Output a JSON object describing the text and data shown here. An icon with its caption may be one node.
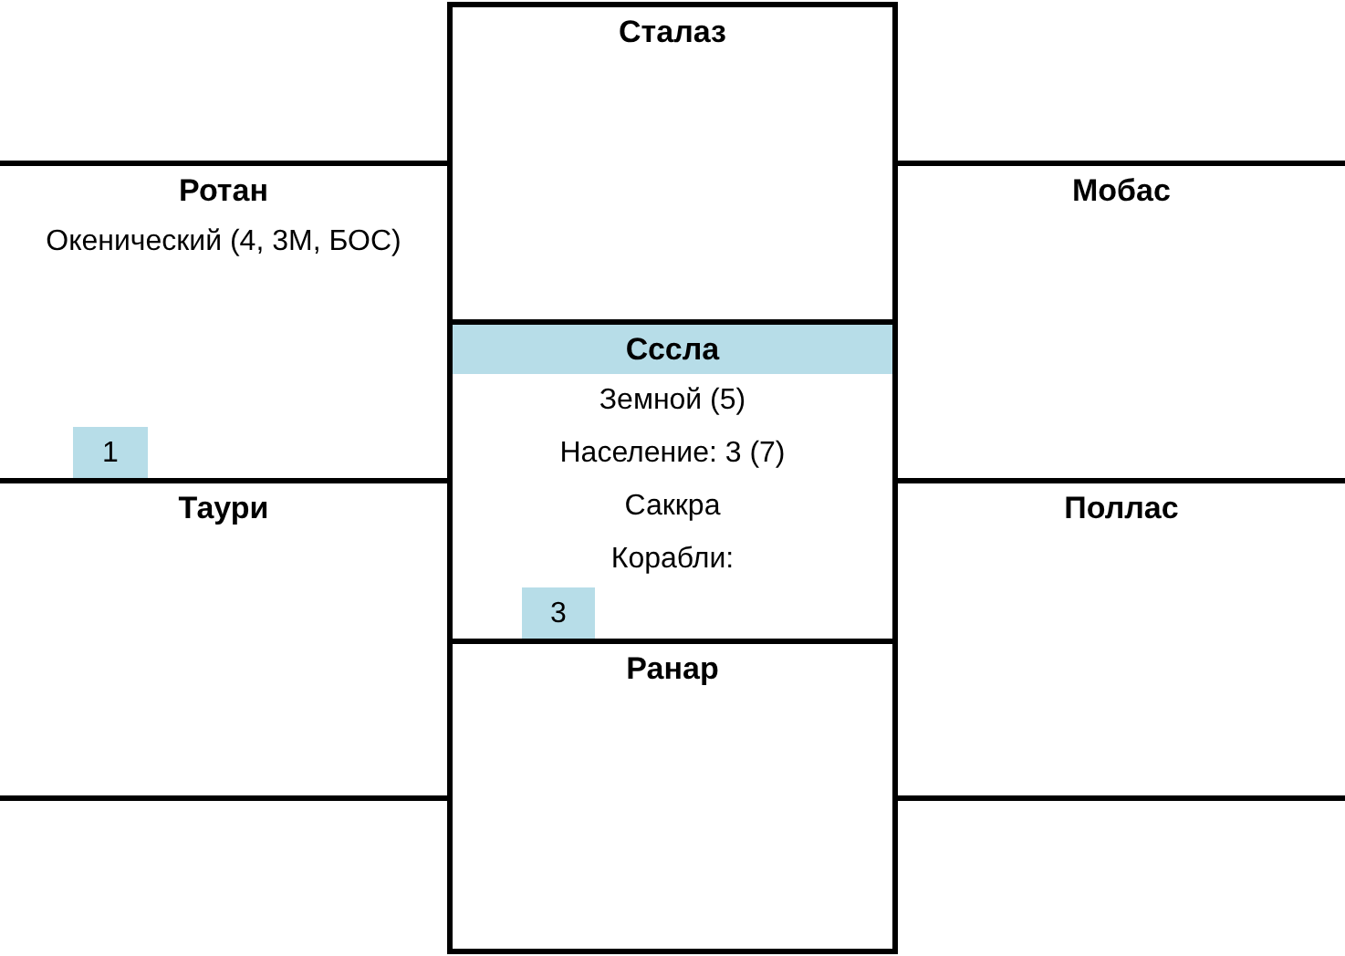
{
  "diagram": {
    "nodes": [
      {
        "text": [
          "Сталаз"
        ]
      },
      {
        "text": [
          "Ротан",
          "Окенический (4, 3М, БОС)"
        ]
      },
      {
        "text": [
          "Мобас"
        ]
      },
      {
        "text": [
          "Сссла",
          "Земной (5)",
          "Население: 3 (7)",
          "Саккра",
          "Корабли:"
        ]
      },
      {
        "text": [
          "1"
        ],
        "in": 1
      },
      {
        "text": [
          "Таури"
        ]
      },
      {
        "text": [
          "Поллас"
        ]
      },
      {
        "text": [
          "3"
        ],
        "in": 3
      },
      {
        "text": [
          "Ранар"
        ]
      }
    ]
  }
}
